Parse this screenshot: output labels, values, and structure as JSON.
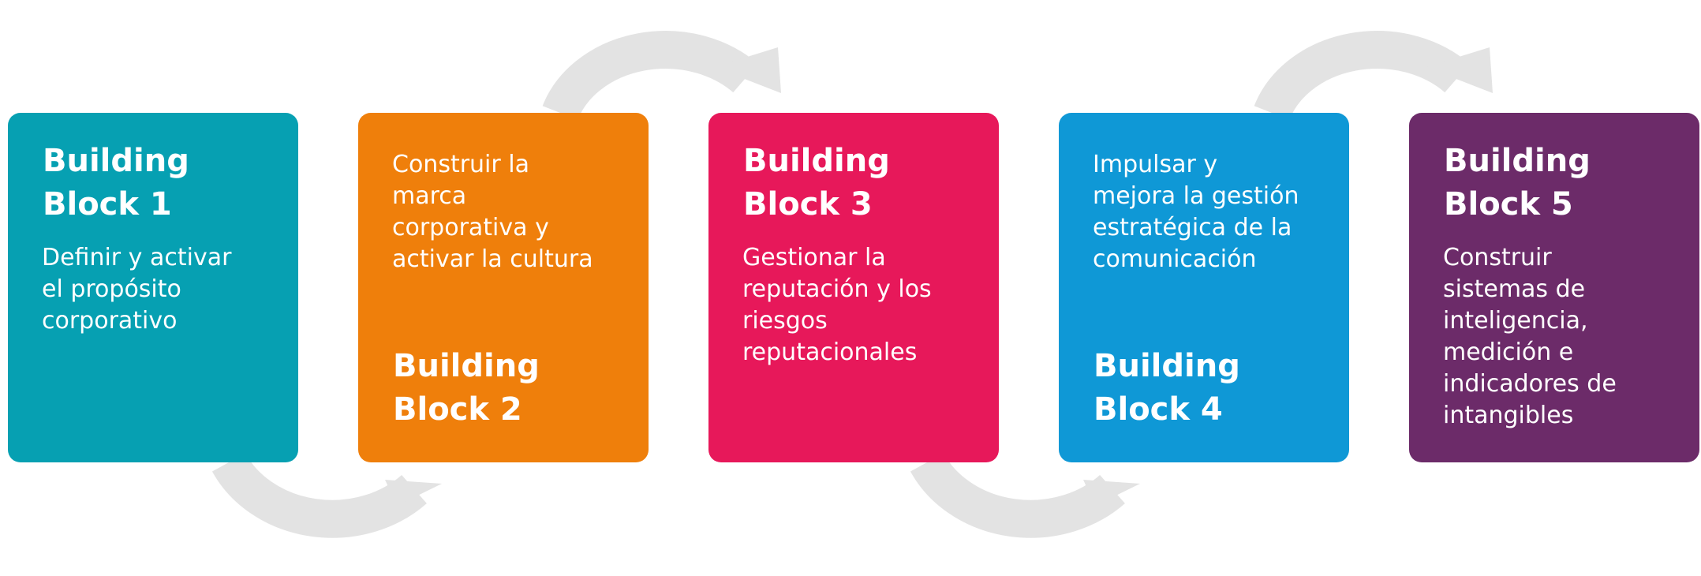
{
  "colors": {
    "arrow": "#e3e3e3",
    "block1": "#06a0b2",
    "block2": "#ef7f0b",
    "block3": "#e7185a",
    "block4": "#0f98d6",
    "block5": "#6c2b69"
  },
  "blocks": [
    {
      "title_line1": "Building",
      "title_line2": "Block 1",
      "desc": [
        "Definir y activar",
        "el propósito",
        "corporativo"
      ]
    },
    {
      "title_line1": "Building",
      "title_line2": "Block 2",
      "desc": [
        "Construir la",
        "marca",
        "corporativa y",
        "activar la cultura"
      ]
    },
    {
      "title_line1": "Building",
      "title_line2": "Block 3",
      "desc": [
        "Gestionar la",
        "reputación y los",
        "riesgos",
        "reputacionales"
      ]
    },
    {
      "title_line1": "Building",
      "title_line2": "Block 4",
      "desc": [
        "Impulsar y",
        "mejora la gestión",
        "estratégica de la",
        "comunicación"
      ]
    },
    {
      "title_line1": "Building",
      "title_line2": "Block 5",
      "desc": [
        "Construir",
        "sistemas de",
        "inteligencia,",
        "medición e",
        "indicadores de",
        "intangibles"
      ]
    }
  ]
}
